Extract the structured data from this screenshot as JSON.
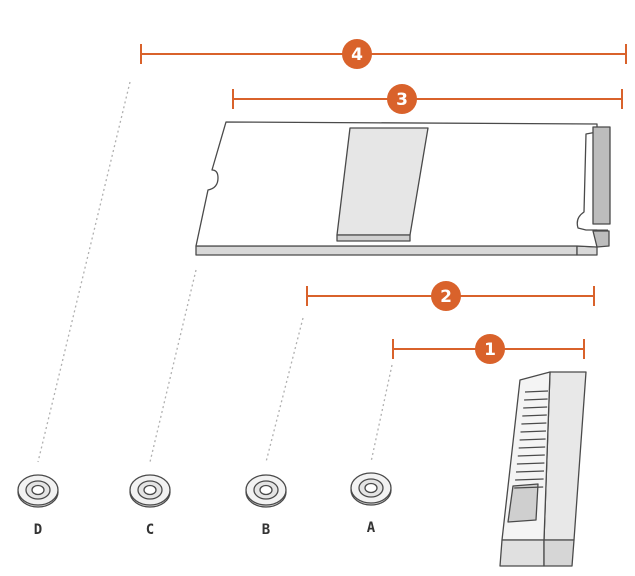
{
  "colors": {
    "accent": "#d9622b",
    "line": "#4a4a4a",
    "dots": "#b0b0b0",
    "card_face": "#ffffff",
    "card_edge": "#d8d8d8",
    "chip": "#e6e6e6",
    "contacts": "#bdbdbd",
    "standoff": "#dcdcdc"
  },
  "dimensions": [
    {
      "number": "4"
    },
    {
      "number": "3"
    },
    {
      "number": "2"
    },
    {
      "number": "1"
    }
  ],
  "standoffs": [
    {
      "label": "D"
    },
    {
      "label": "C"
    },
    {
      "label": "B"
    },
    {
      "label": "A"
    }
  ],
  "icons": {
    "card": "m2-ssd-card-icon",
    "connector": "m2-slot-connector-icon",
    "standoff": "standoff-screw-icon"
  }
}
